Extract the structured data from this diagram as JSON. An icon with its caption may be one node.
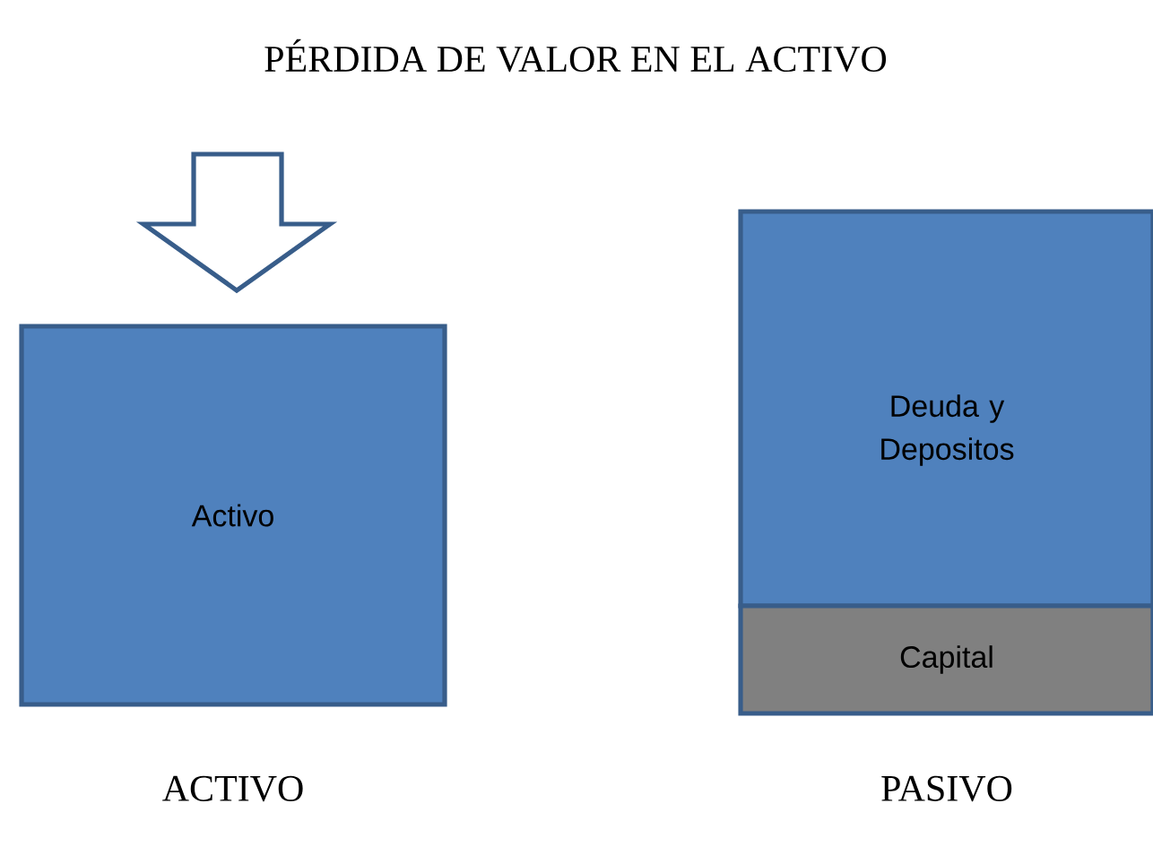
{
  "diagram": {
    "title": "PÉRDIDA DE VALOR EN EL ACTIVO",
    "nodes": [
      {
        "text": [
          "Activo"
        ]
      },
      {
        "text": [
          "Deuda y Depositos"
        ]
      },
      {
        "text": [
          "Capital"
        ]
      }
    ],
    "labels": [
      "ACTIVO",
      "PASIVO"
    ]
  }
}
